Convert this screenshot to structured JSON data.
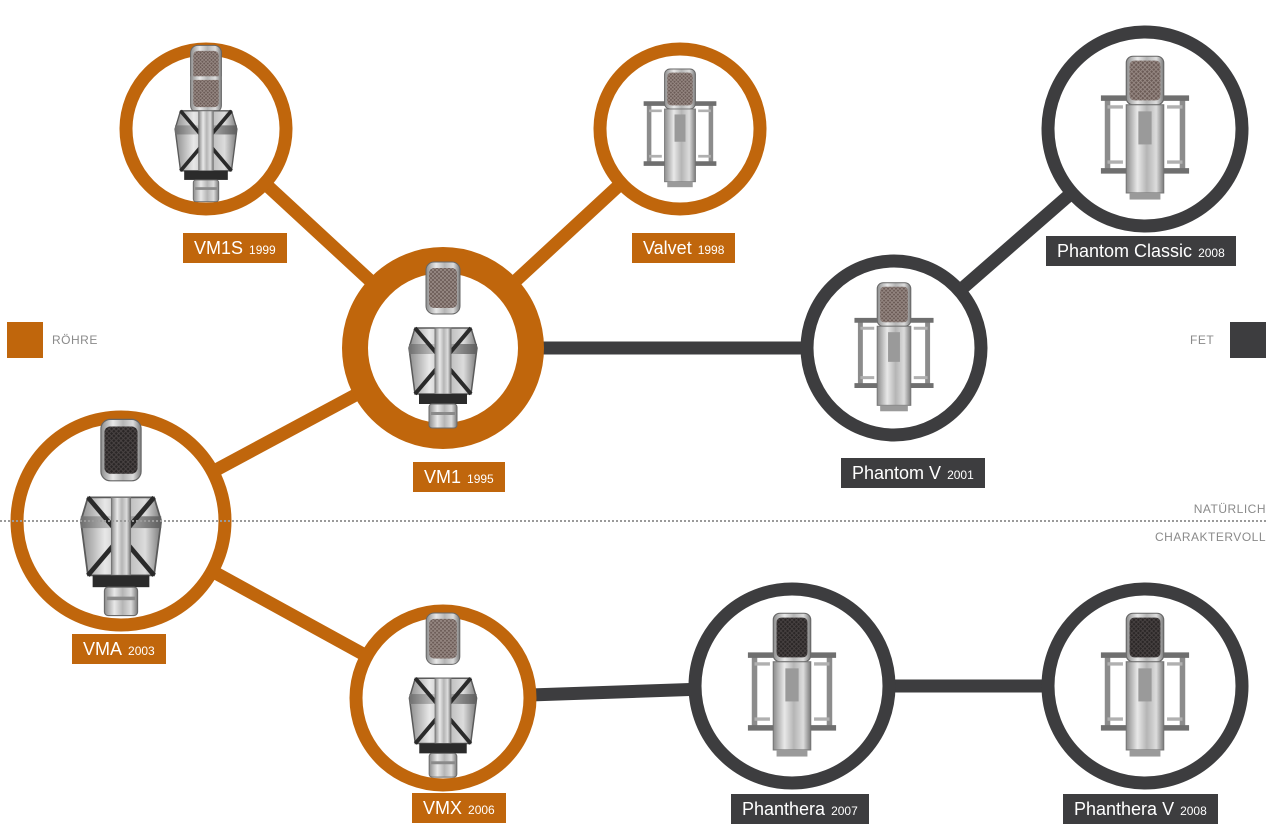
{
  "legend": {
    "tube": {
      "label": "RÖHRE",
      "color": "#c0660c"
    },
    "fet": {
      "label": "FET",
      "color": "#3d3d3f"
    }
  },
  "axis": {
    "upper": "NATÜRLICH",
    "lower": "CHARAKTERVOLL"
  },
  "mic_icon": "microphone-icon",
  "nodes": [
    {
      "id": "vm1s",
      "name": "VM1S",
      "year": "1999",
      "type": "tube",
      "style": "tall-shock"
    },
    {
      "id": "valvet",
      "name": "Valvet",
      "year": "1998",
      "type": "tube",
      "style": "cage"
    },
    {
      "id": "vm1",
      "name": "VM1",
      "year": "1995",
      "type": "tube",
      "style": "shock"
    },
    {
      "id": "vma",
      "name": "VMA",
      "year": "2003",
      "type": "tube",
      "style": "shock-black"
    },
    {
      "id": "vmx",
      "name": "VMX",
      "year": "2006",
      "type": "tube",
      "style": "shock"
    },
    {
      "id": "phantom-v",
      "name": "Phantom V",
      "year": "2001",
      "type": "fet",
      "style": "cage"
    },
    {
      "id": "phantom-classic",
      "name": "Phantom Classic",
      "year": "2008",
      "type": "fet",
      "style": "cage"
    },
    {
      "id": "phanthera",
      "name": "Phanthera",
      "year": "2007",
      "type": "fet",
      "style": "cage-black"
    },
    {
      "id": "phanthera-v",
      "name": "Phanthera V",
      "year": "2008",
      "type": "fet",
      "style": "cage-black"
    }
  ],
  "edges": [
    {
      "from": "vm1",
      "to": "vm1s"
    },
    {
      "from": "vm1",
      "to": "valvet"
    },
    {
      "from": "vm1",
      "to": "phantom-v"
    },
    {
      "from": "phantom-v",
      "to": "phantom-classic"
    },
    {
      "from": "vm1",
      "to": "vma"
    },
    {
      "from": "vma",
      "to": "vmx"
    },
    {
      "from": "vmx",
      "to": "phanthera"
    },
    {
      "from": "phanthera",
      "to": "phanthera-v"
    }
  ]
}
